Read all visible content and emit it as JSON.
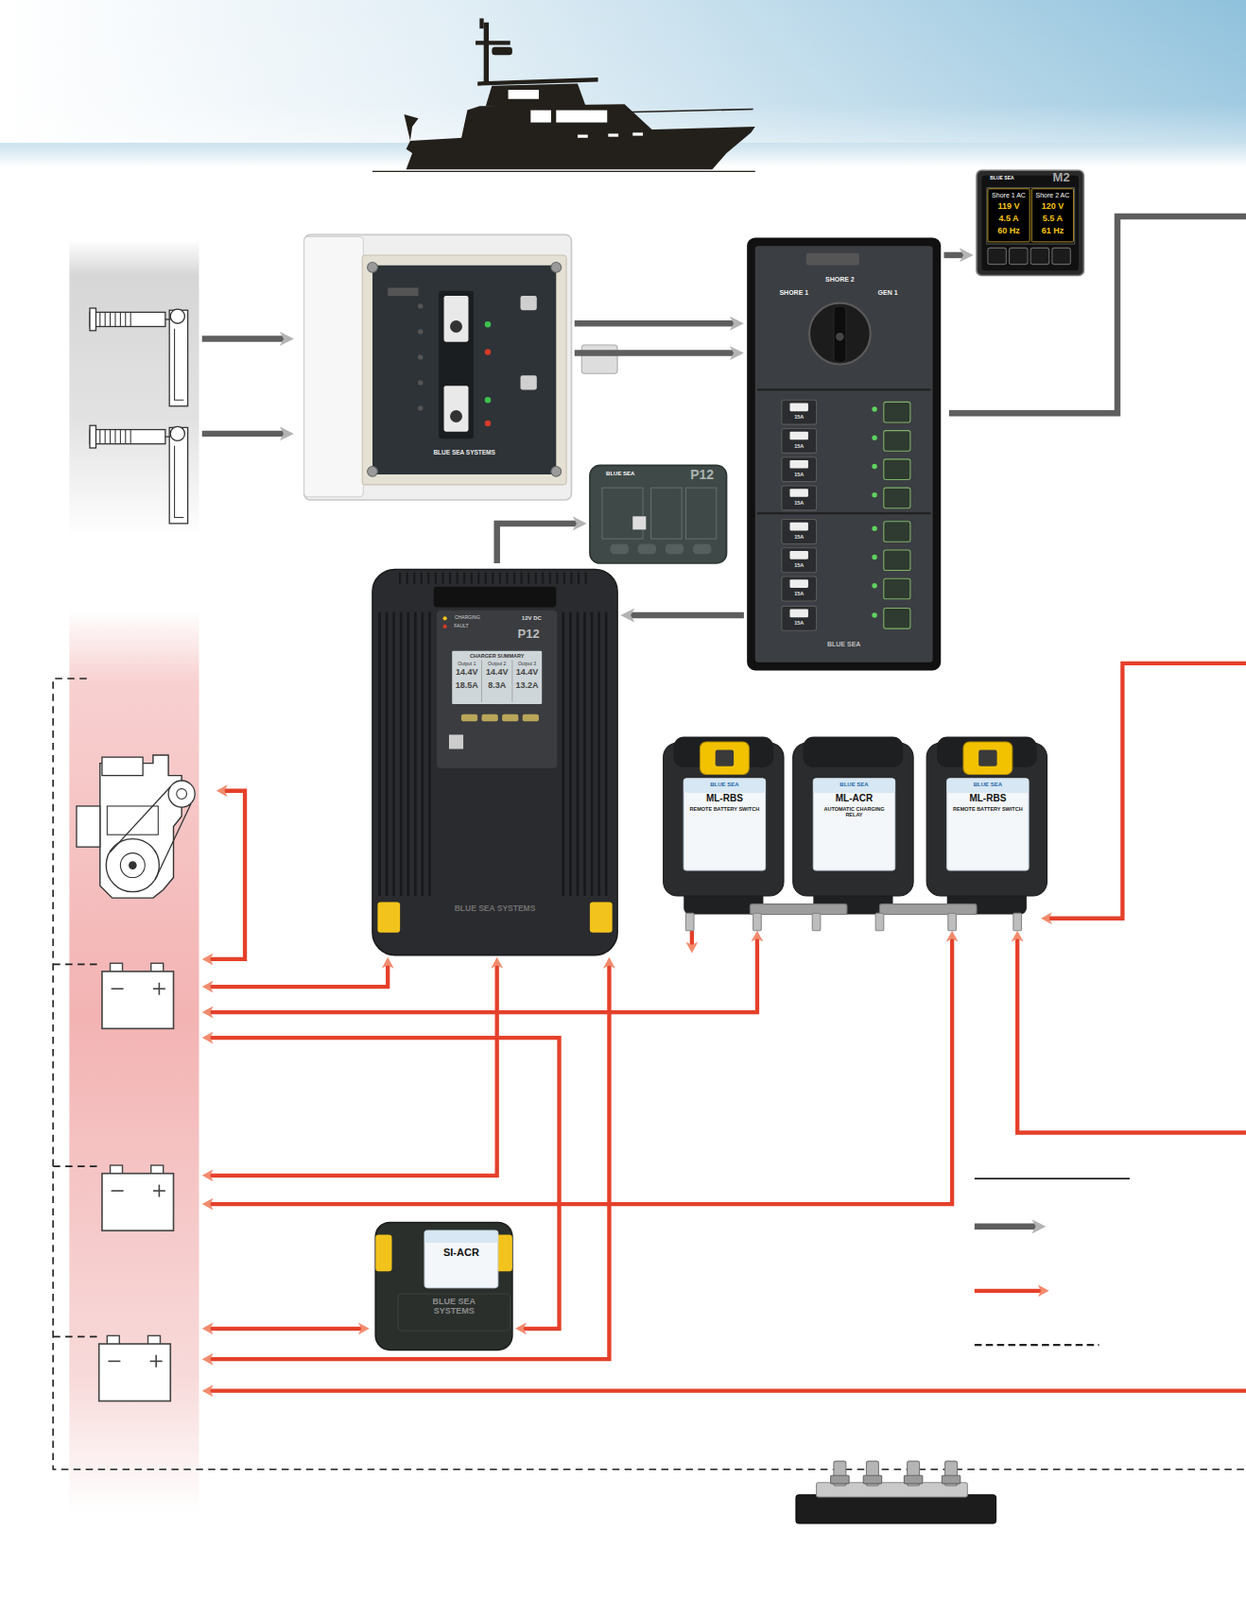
{
  "diagram": {
    "nodes": [
      {
        "text": [
          "BLUE SEA SYSTEMS"
        ]
      },
      {
        "text": [
          "SHORE 1",
          "SHORE 2",
          "GEN 1",
          "15A",
          "15A",
          "15A",
          "15A",
          "15A",
          "15A",
          "15A",
          "15A",
          "BLUE SEA"
        ]
      },
      {
        "text": [
          "BLUE SEA",
          "M2",
          "Shore 1 AC",
          "Shore 2 AC",
          "119 V",
          "120 V",
          "4.5 A",
          "5.5 A",
          "60 Hz",
          "61 Hz"
        ]
      },
      {
        "text": [
          "BLUE SEA",
          "P12"
        ]
      },
      {
        "text": [
          "CHARGING",
          "FAULT",
          "12V DC",
          "P12",
          "CHARGER SUMMARY",
          "Output 1",
          "Output 2",
          "Output 3",
          "14.4V",
          "14.4V",
          "14.4V",
          "18.5A",
          "8.3A",
          "13.2A",
          "BLUE SEA SYSTEMS"
        ]
      },
      {
        "text": [
          "BLUE SEA",
          "ML-RBS",
          "REMOTE BATTERY SWITCH"
        ]
      },
      {
        "text": [
          "BLUE SEA",
          "ML-ACR",
          "AUTOMATIC CHARGING RELAY"
        ]
      },
      {
        "text": [
          "BLUE SEA",
          "ML-RBS",
          "REMOTE BATTERY SWITCH"
        ]
      },
      {
        "text": [
          "SI-ACR",
          "BLUE SEA SYSTEMS"
        ]
      }
    ],
    "edges": [
      {
        "from": 0,
        "to": 1,
        "arrow": "to"
      },
      {
        "from": 0,
        "to": 1,
        "arrow": "to"
      },
      {
        "from": 1,
        "to": 2,
        "arrow": "to"
      },
      {
        "from": 1,
        "to": 4,
        "arrow": "to"
      },
      {
        "from": 4,
        "to": 3,
        "arrow": "to"
      }
    ]
  }
}
